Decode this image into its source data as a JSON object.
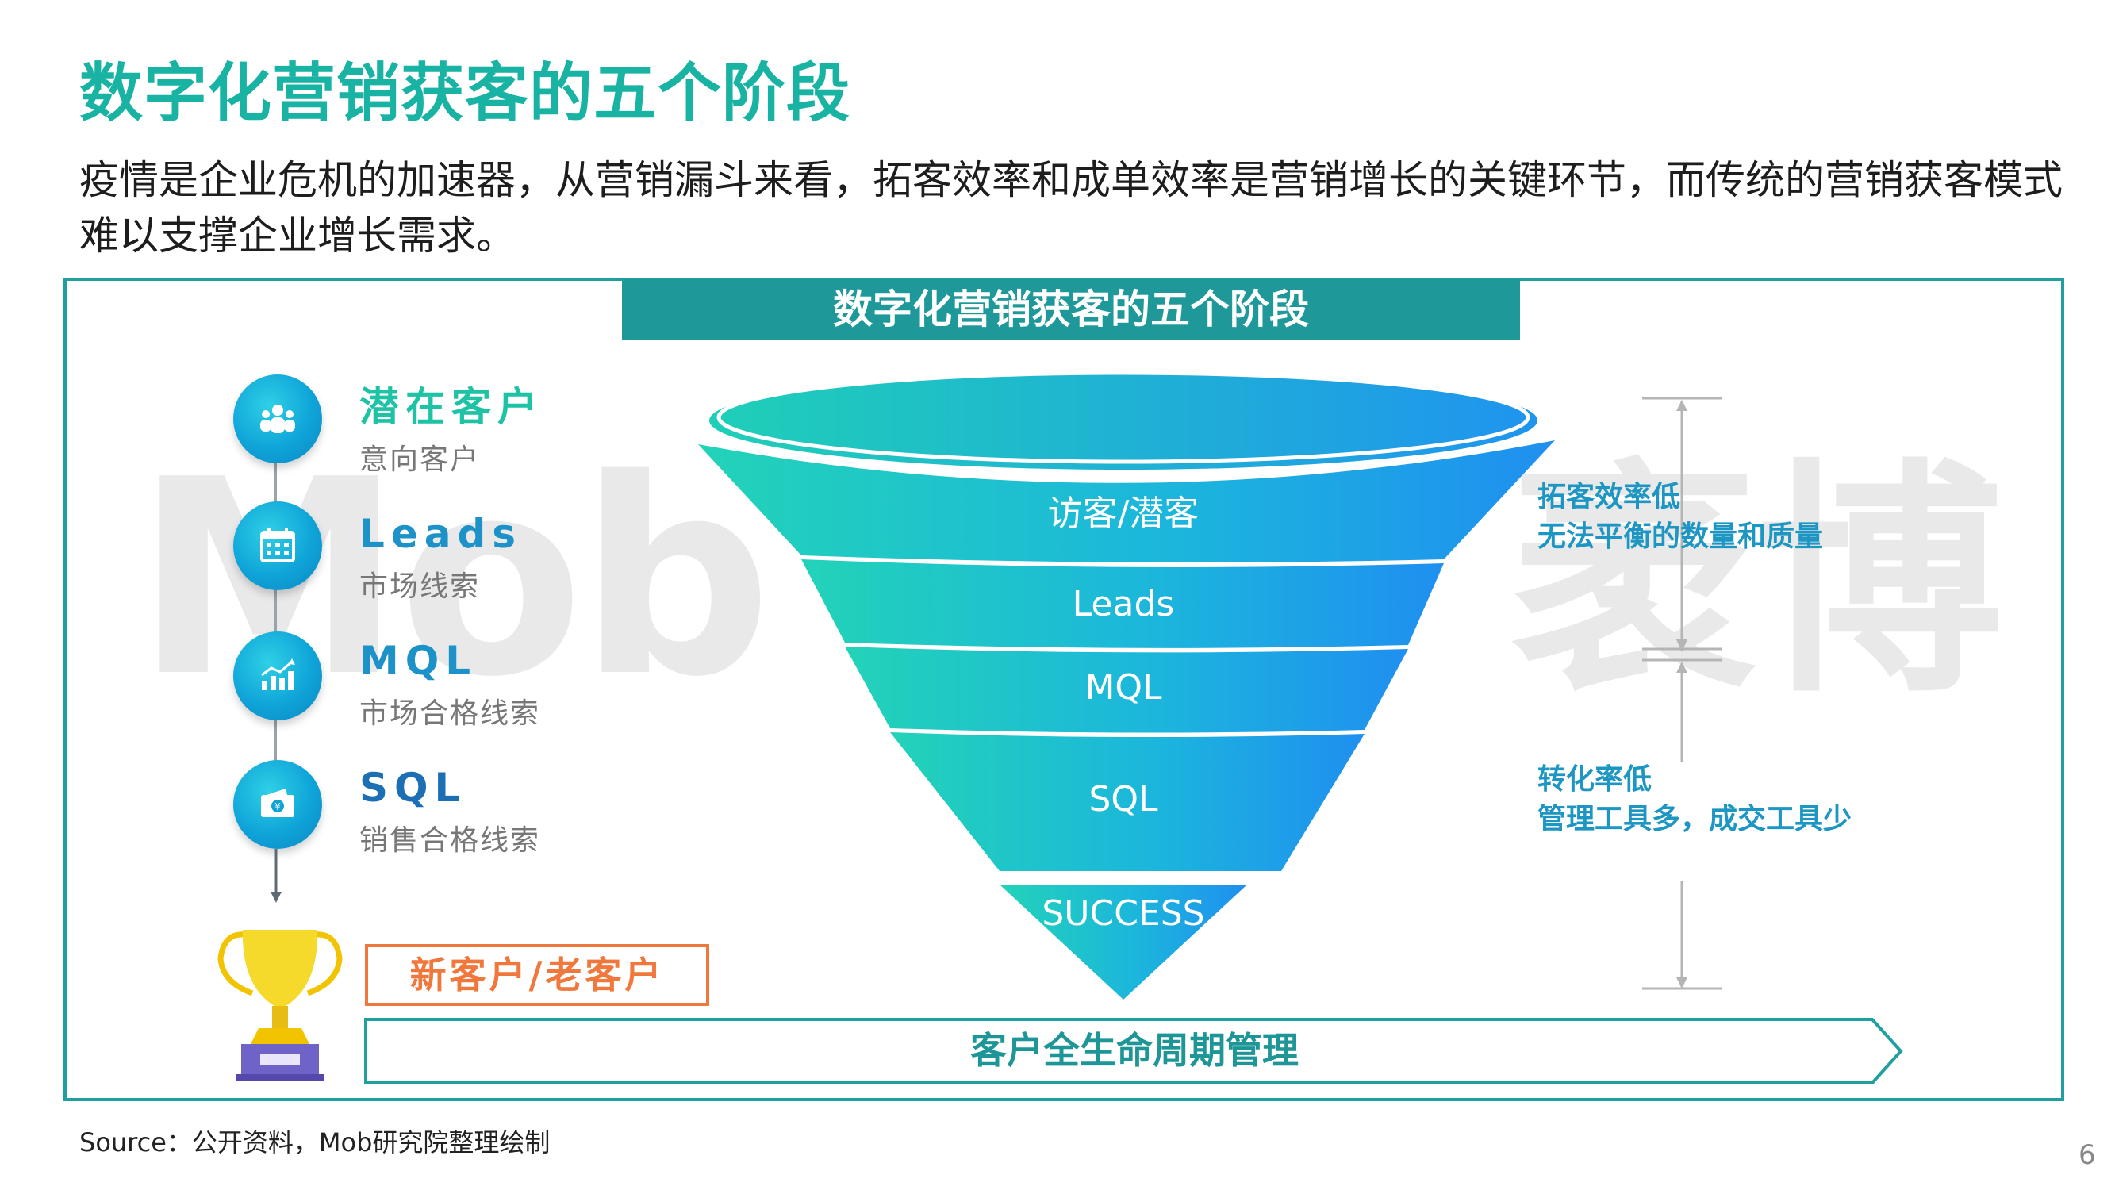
{
  "title": "数字化营销获客的五个阶段",
  "subtitle": "疫情是企业危机的加速器，从营销漏斗来看，拓客效率和成单效率是营销增长的关键环节，而传统的营销获客模式难以支撑企业增长需求。",
  "diagram": {
    "banner": "数字化营销获客的五个阶段",
    "watermark_left": "Mob",
    "watermark_right": "袤博",
    "stages": [
      {
        "title": "潜在客户",
        "desc": "意向客户",
        "icon": "people-group-icon",
        "color": "#1ec3a6"
      },
      {
        "title": "Leads",
        "desc": "市场线索",
        "icon": "calendar-icon",
        "color": "#1d92c9"
      },
      {
        "title": "MQL",
        "desc": "市场合格线索",
        "icon": "bar-chart-icon",
        "color": "#1d92c9"
      },
      {
        "title": "SQL",
        "desc": "销售合格线索",
        "icon": "money-icon",
        "color": "#1d6fb5"
      }
    ],
    "result_label": "新客户/老客户",
    "funnel_levels": [
      "访客/潜客",
      "Leads",
      "MQL",
      "SQL",
      "SUCCESS"
    ],
    "side_notes": [
      {
        "line1": "拓客效率低",
        "line2": "无法平衡的数量和质量"
      },
      {
        "line1": "转化率低",
        "line2": "管理工具多，成交工具少"
      }
    ],
    "lifecycle": "客户全生命周期管理"
  },
  "source": "Source：公开资料，Mob研究院整理绘制",
  "page_number": "6",
  "colors": {
    "title": "#19b3a4",
    "frame": "#1f9fa0",
    "funnel_light": "#22d3b8",
    "funnel_dark": "#1f8ff0",
    "note": "#1d96c3",
    "accent_orange": "#f0783c"
  }
}
